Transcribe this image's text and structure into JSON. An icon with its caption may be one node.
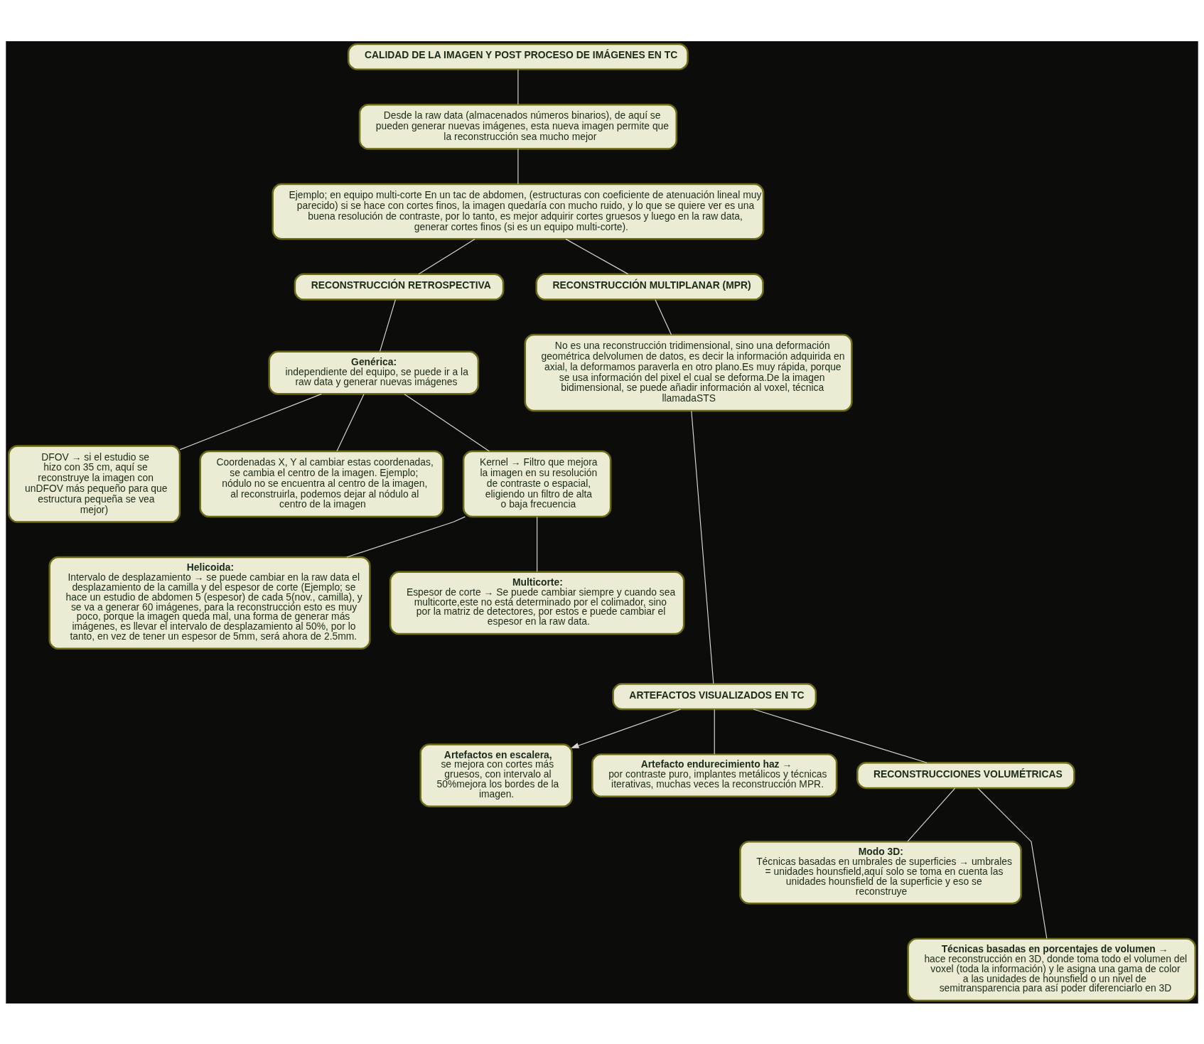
{
  "diagram": {
    "nodes": [
      {
        "text": [
          "CALIDAD DE LA IMAGEN Y POST PROCESO DE IMÁGENES EN TC"
        ]
      },
      {
        "text": [
          "Desde la raw data (almacenados números binarios), de aquí se pueden generar nuevas imágenes, esta nueva imagen permite que la reconstrucción sea mucho mejor"
        ]
      },
      {
        "text": [
          "Ejemplo; en equipo multi-corte En un tac de abdomen, (estructuras con coeficiente de atenuación lineal muy parecido) si se hace con cortes finos, la imagen quedaría con mucho ruido, y lo que se quiere ver es una buena resolución de contraste, por lo tanto, es mejor adquirir cortes gruesos y luego en la raw data, generar cortes finos (si es un equipo multi-corte)."
        ]
      },
      {
        "text": [
          "RECONSTRUCCIÓN RETROSPECTIVA"
        ]
      },
      {
        "text": [
          "RECONSTRUCCIÓN MULTIPLANAR (MPR)"
        ]
      },
      {
        "text": [
          "**Genérica:** independiente del equipo, se puede ir a la raw data y generar nuevas imágenes"
        ]
      },
      {
        "text": [
          "No es una reconstrucción tridimensional, sino una deformación geométrica delvolumen de datos, es decir la información adquirida en axial, la deformamos paraverla en otro plano.Es muy rápida, porque se usa información del pixel el cual se deforma.De la imagen bidimensional, se puede añadir información al voxel, técnica llamadaSTS"
        ]
      },
      {
        "text": [
          "DFOV → si el estudio se hizo con 35 cm, aquí se reconstruye la imagen con unDFOV más pequeño para que estructura pequeña se vea mejor)"
        ]
      },
      {
        "text": [
          "Coordenadas X, Y al cambiar estas coordenadas, se cambia el centro de la imagen. Ejemplo; nódulo no se encuentra al centro de la imagen, al reconstruirla, podemos dejar al nódulo al centro de la imagen"
        ]
      },
      {
        "text": [
          "Kernel → Filtro que mejora la imagen en su resolución de contraste o espacial, eligiendo un filtro de alta o baja frecuencia"
        ]
      },
      {
        "text": [
          "**Helicoida:** Intervalo de desplazamiento → se puede cambiar en la raw data el desplazamiento de la camilla y del espesor de corte (Ejemplo; se hace un estudio de abdomen 5 (espesor) de cada 5(nov., camilla), y se va a generar 60 imágenes, para la reconstrucción esto es muy poco, porque la imagen queda mal, una forma de generar más imágenes, es llevar el intervalo de desplazamiento al 50%, por lo tanto, en vez de tener un espesor de 5mm, será ahora de 2.5mm."
        ]
      },
      {
        "text": [
          "**Multicorte:** Espesor de corte → Se puede cambiar siempre y cuando sea multicorte,este no está determinado por el colimador, sino por la matriz de detectores, por estos e puede cambiar el espesor en la raw data."
        ]
      },
      {
        "text": [
          "ARTEFACTOS VISUALIZADOS EN TC"
        ]
      },
      {
        "text": [
          "**Artefactos en escalera,** se mejora con cortes más gruesos, con intervalo al 50%mejora los bordes de la imagen."
        ]
      },
      {
        "text": [
          "**Artefacto endurecimiento haz →** por contraste puro, implantes metálicos y técnicas iterativas, muchas veces la reconstrucción MPR."
        ]
      },
      {
        "text": [
          "RECONSTRUCCIONES VOLUMÉTRICAS"
        ]
      },
      {
        "text": [
          "**Modo 3D:** Técnicas basadas en umbrales de superficies → umbrales = unidades hounsfield,aquí solo se toma en cuenta las unidades hounsfield de la superficie y eso se reconstruye"
        ]
      },
      {
        "text": [
          "**Técnicas basadas en porcentajes de volumen →** hace reconstrucción en 3D, donde toma todo el volumen del voxel (toda la información) y le asigna una gama de color a las unidades de hounsfield o un nivel de semitransparencia para así poder diferenciarlo en 3D"
        ]
      }
    ],
    "edges": [
      {
        "from": 0,
        "to": 1,
        "arrow": "none"
      },
      {
        "from": 1,
        "to": 2,
        "arrow": "none"
      },
      {
        "from": 2,
        "to": 3,
        "arrow": "none"
      },
      {
        "from": 2,
        "to": 4,
        "arrow": "none"
      },
      {
        "from": 3,
        "to": 5,
        "arrow": "none"
      },
      {
        "from": 4,
        "to": 6,
        "arrow": "none"
      },
      {
        "from": 5,
        "to": 7,
        "arrow": "none"
      },
      {
        "from": 5,
        "to": 8,
        "arrow": "none"
      },
      {
        "from": 5,
        "to": 9,
        "arrow": "none"
      },
      {
        "from": 9,
        "to": 10,
        "arrow": "none"
      },
      {
        "from": 9,
        "to": 11,
        "arrow": "none"
      },
      {
        "from": 6,
        "to": 12,
        "arrow": "none"
      },
      {
        "from": 12,
        "to": 13,
        "arrow": "to"
      },
      {
        "from": 12,
        "to": 14,
        "arrow": "none"
      },
      {
        "from": 12,
        "to": 15,
        "arrow": "none"
      },
      {
        "from": 15,
        "to": 16,
        "arrow": "none"
      },
      {
        "from": 15,
        "to": 17,
        "arrow": "none"
      }
    ]
  }
}
